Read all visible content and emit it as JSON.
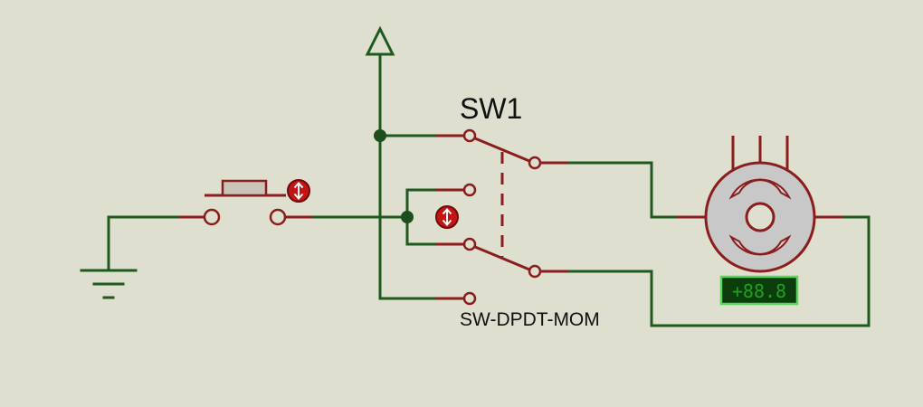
{
  "components": {
    "switch": {
      "ref": "SW1",
      "part": "SW-DPDT-MOM"
    },
    "motor_display": {
      "value": "+88.8"
    }
  },
  "colors": {
    "background": "#dedfcf",
    "wire": "#1e5a1e",
    "component": "#8a1e1e",
    "lcd_background": "#0d3d0d",
    "lcd_text": "#1fa01f"
  },
  "icons": {
    "power": "power-arrow-icon",
    "ground": "ground-icon",
    "toggle": "toggle-arrows-icon"
  }
}
